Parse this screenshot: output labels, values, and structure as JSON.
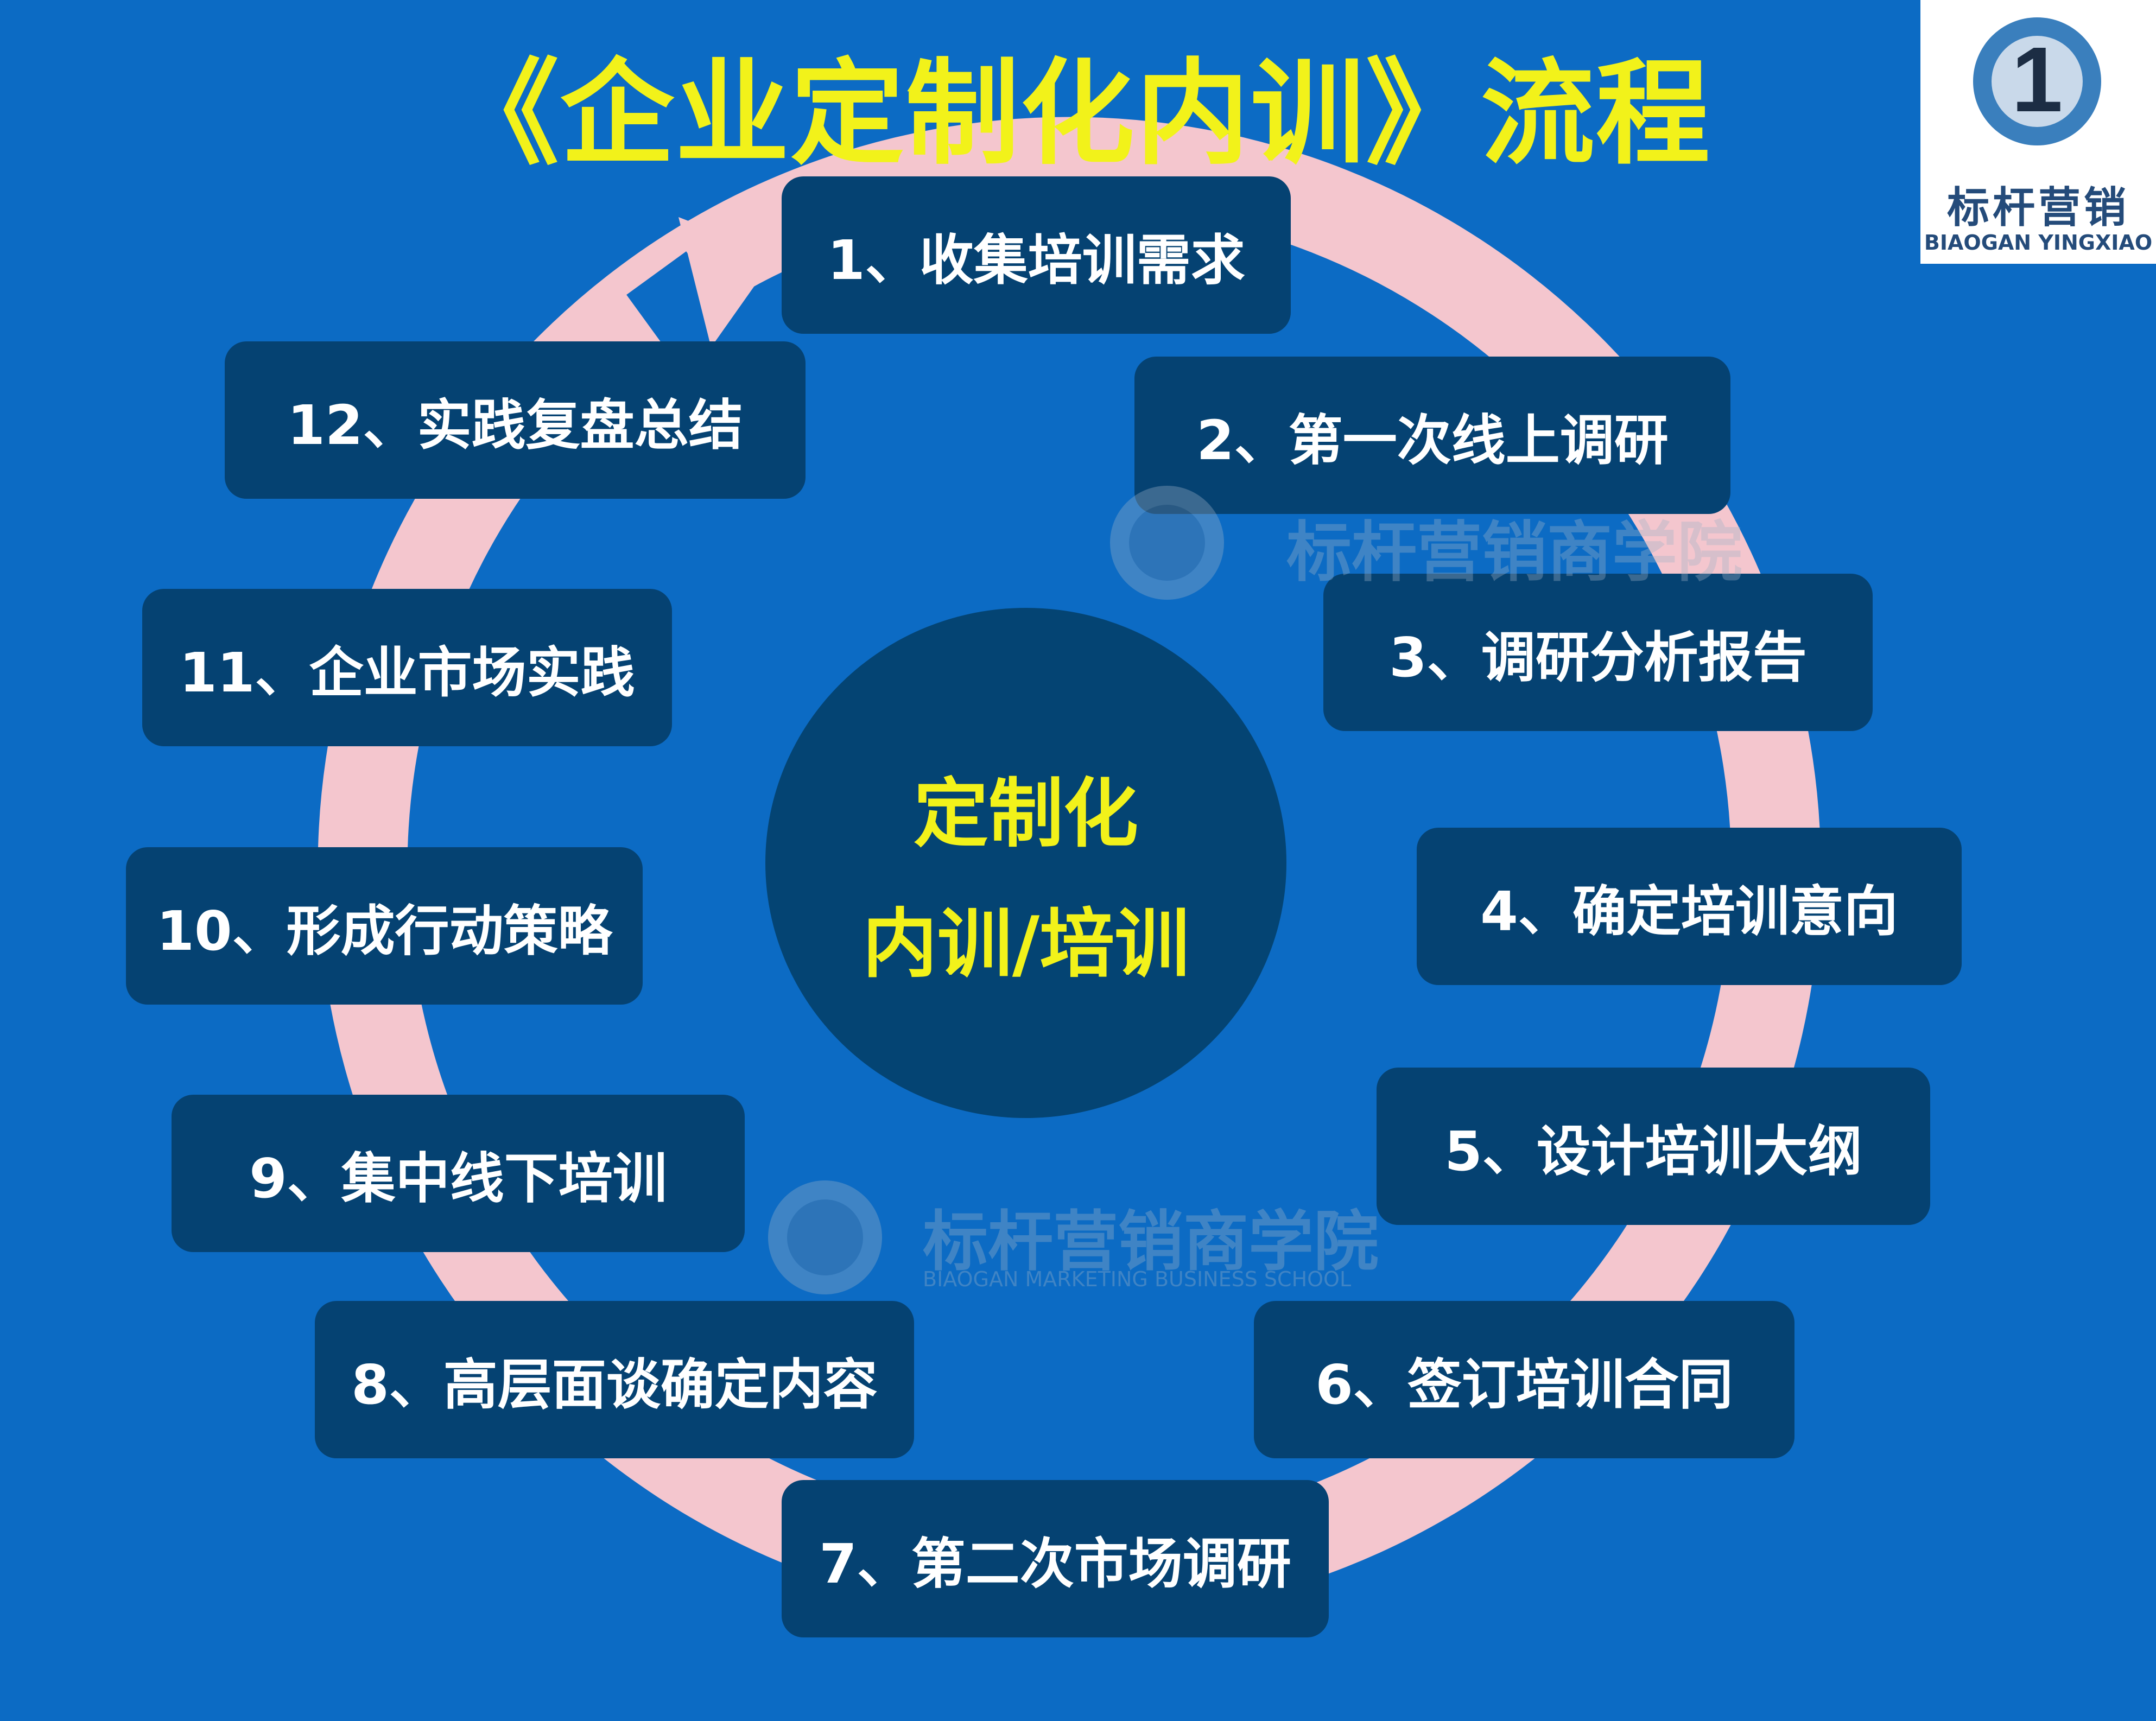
{
  "title": "《企业定制化内训》流程",
  "center": {
    "line1": "定制化",
    "line2": "内训/培训"
  },
  "steps": [
    "1、收集培训需求",
    "2、第一次线上调研",
    "3、调研分析报告",
    "4、确定培训意向",
    "5、设计培训大纲",
    "6、签订培训合同",
    "7、第二次市场调研",
    "8、高层面谈确定内容",
    "9、集中线下培训",
    "10、形成行动策略",
    "11、企业市场实践",
    "12、实践复盘总结"
  ],
  "logo": {
    "mark": "1",
    "cn": "标杆营销",
    "en": "BIAOGAN YINGXIAO"
  },
  "watermark": {
    "cn": "标杆营销商学院",
    "en": "BIAOGAN MARKETING BUSINESS SCHOOL"
  },
  "colors": {
    "background": "#0c6bc4",
    "box": "#054272",
    "ring": "#f4c6ce",
    "title": "#f2f21a",
    "text": "#ffffff"
  }
}
